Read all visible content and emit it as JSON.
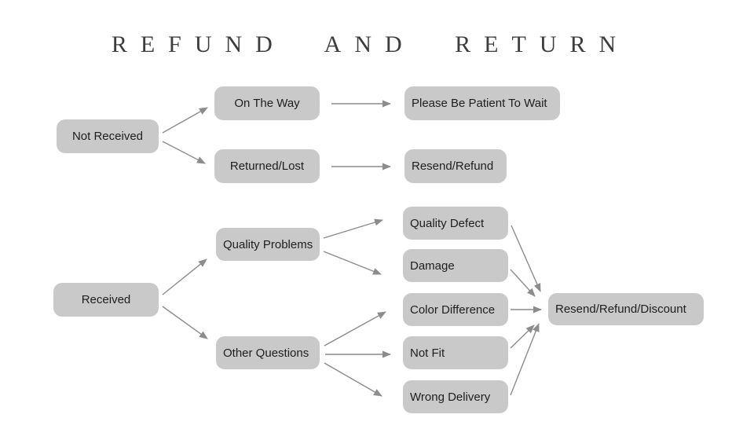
{
  "title": "REFUND AND RETURN",
  "nodes": {
    "not_received": {
      "label": "Not Received"
    },
    "on_the_way": {
      "label": "On The Way"
    },
    "returned_lost": {
      "label": "Returned/Lost"
    },
    "please_be_patient": {
      "label": "Please Be Patient To Wait"
    },
    "resend_refund": {
      "label": "Resend/Refund"
    },
    "received": {
      "label": "Received"
    },
    "quality_problems": {
      "label": "Quality Problems"
    },
    "other_questions": {
      "label": "Other Questions"
    },
    "quality_defect": {
      "label": "Quality Defect"
    },
    "damage": {
      "label": "Damage"
    },
    "color_difference": {
      "label": "Color Difference"
    },
    "not_fit": {
      "label": "Not Fit"
    },
    "wrong_delivery": {
      "label": "Wrong Delivery"
    },
    "resend_refund_discount": {
      "label": "Resend/Refund/Discount"
    }
  },
  "edges": [
    {
      "from": "not_received",
      "to": "on_the_way"
    },
    {
      "from": "not_received",
      "to": "returned_lost"
    },
    {
      "from": "on_the_way",
      "to": "please_be_patient"
    },
    {
      "from": "returned_lost",
      "to": "resend_refund"
    },
    {
      "from": "received",
      "to": "quality_problems"
    },
    {
      "from": "received",
      "to": "other_questions"
    },
    {
      "from": "quality_problems",
      "to": "quality_defect"
    },
    {
      "from": "quality_problems",
      "to": "damage"
    },
    {
      "from": "other_questions",
      "to": "color_difference"
    },
    {
      "from": "other_questions",
      "to": "not_fit"
    },
    {
      "from": "other_questions",
      "to": "wrong_delivery"
    },
    {
      "from": "quality_defect",
      "to": "resend_refund_discount"
    },
    {
      "from": "damage",
      "to": "resend_refund_discount"
    },
    {
      "from": "color_difference",
      "to": "resend_refund_discount"
    },
    {
      "from": "not_fit",
      "to": "resend_refund_discount"
    },
    {
      "from": "wrong_delivery",
      "to": "resend_refund_discount"
    }
  ],
  "colors": {
    "background": "#ffffff",
    "box_fill": "#c9c9c9",
    "box_text": "#1e1e1e",
    "arrow": "#8c8c8c",
    "title": "#3d3d3d"
  }
}
